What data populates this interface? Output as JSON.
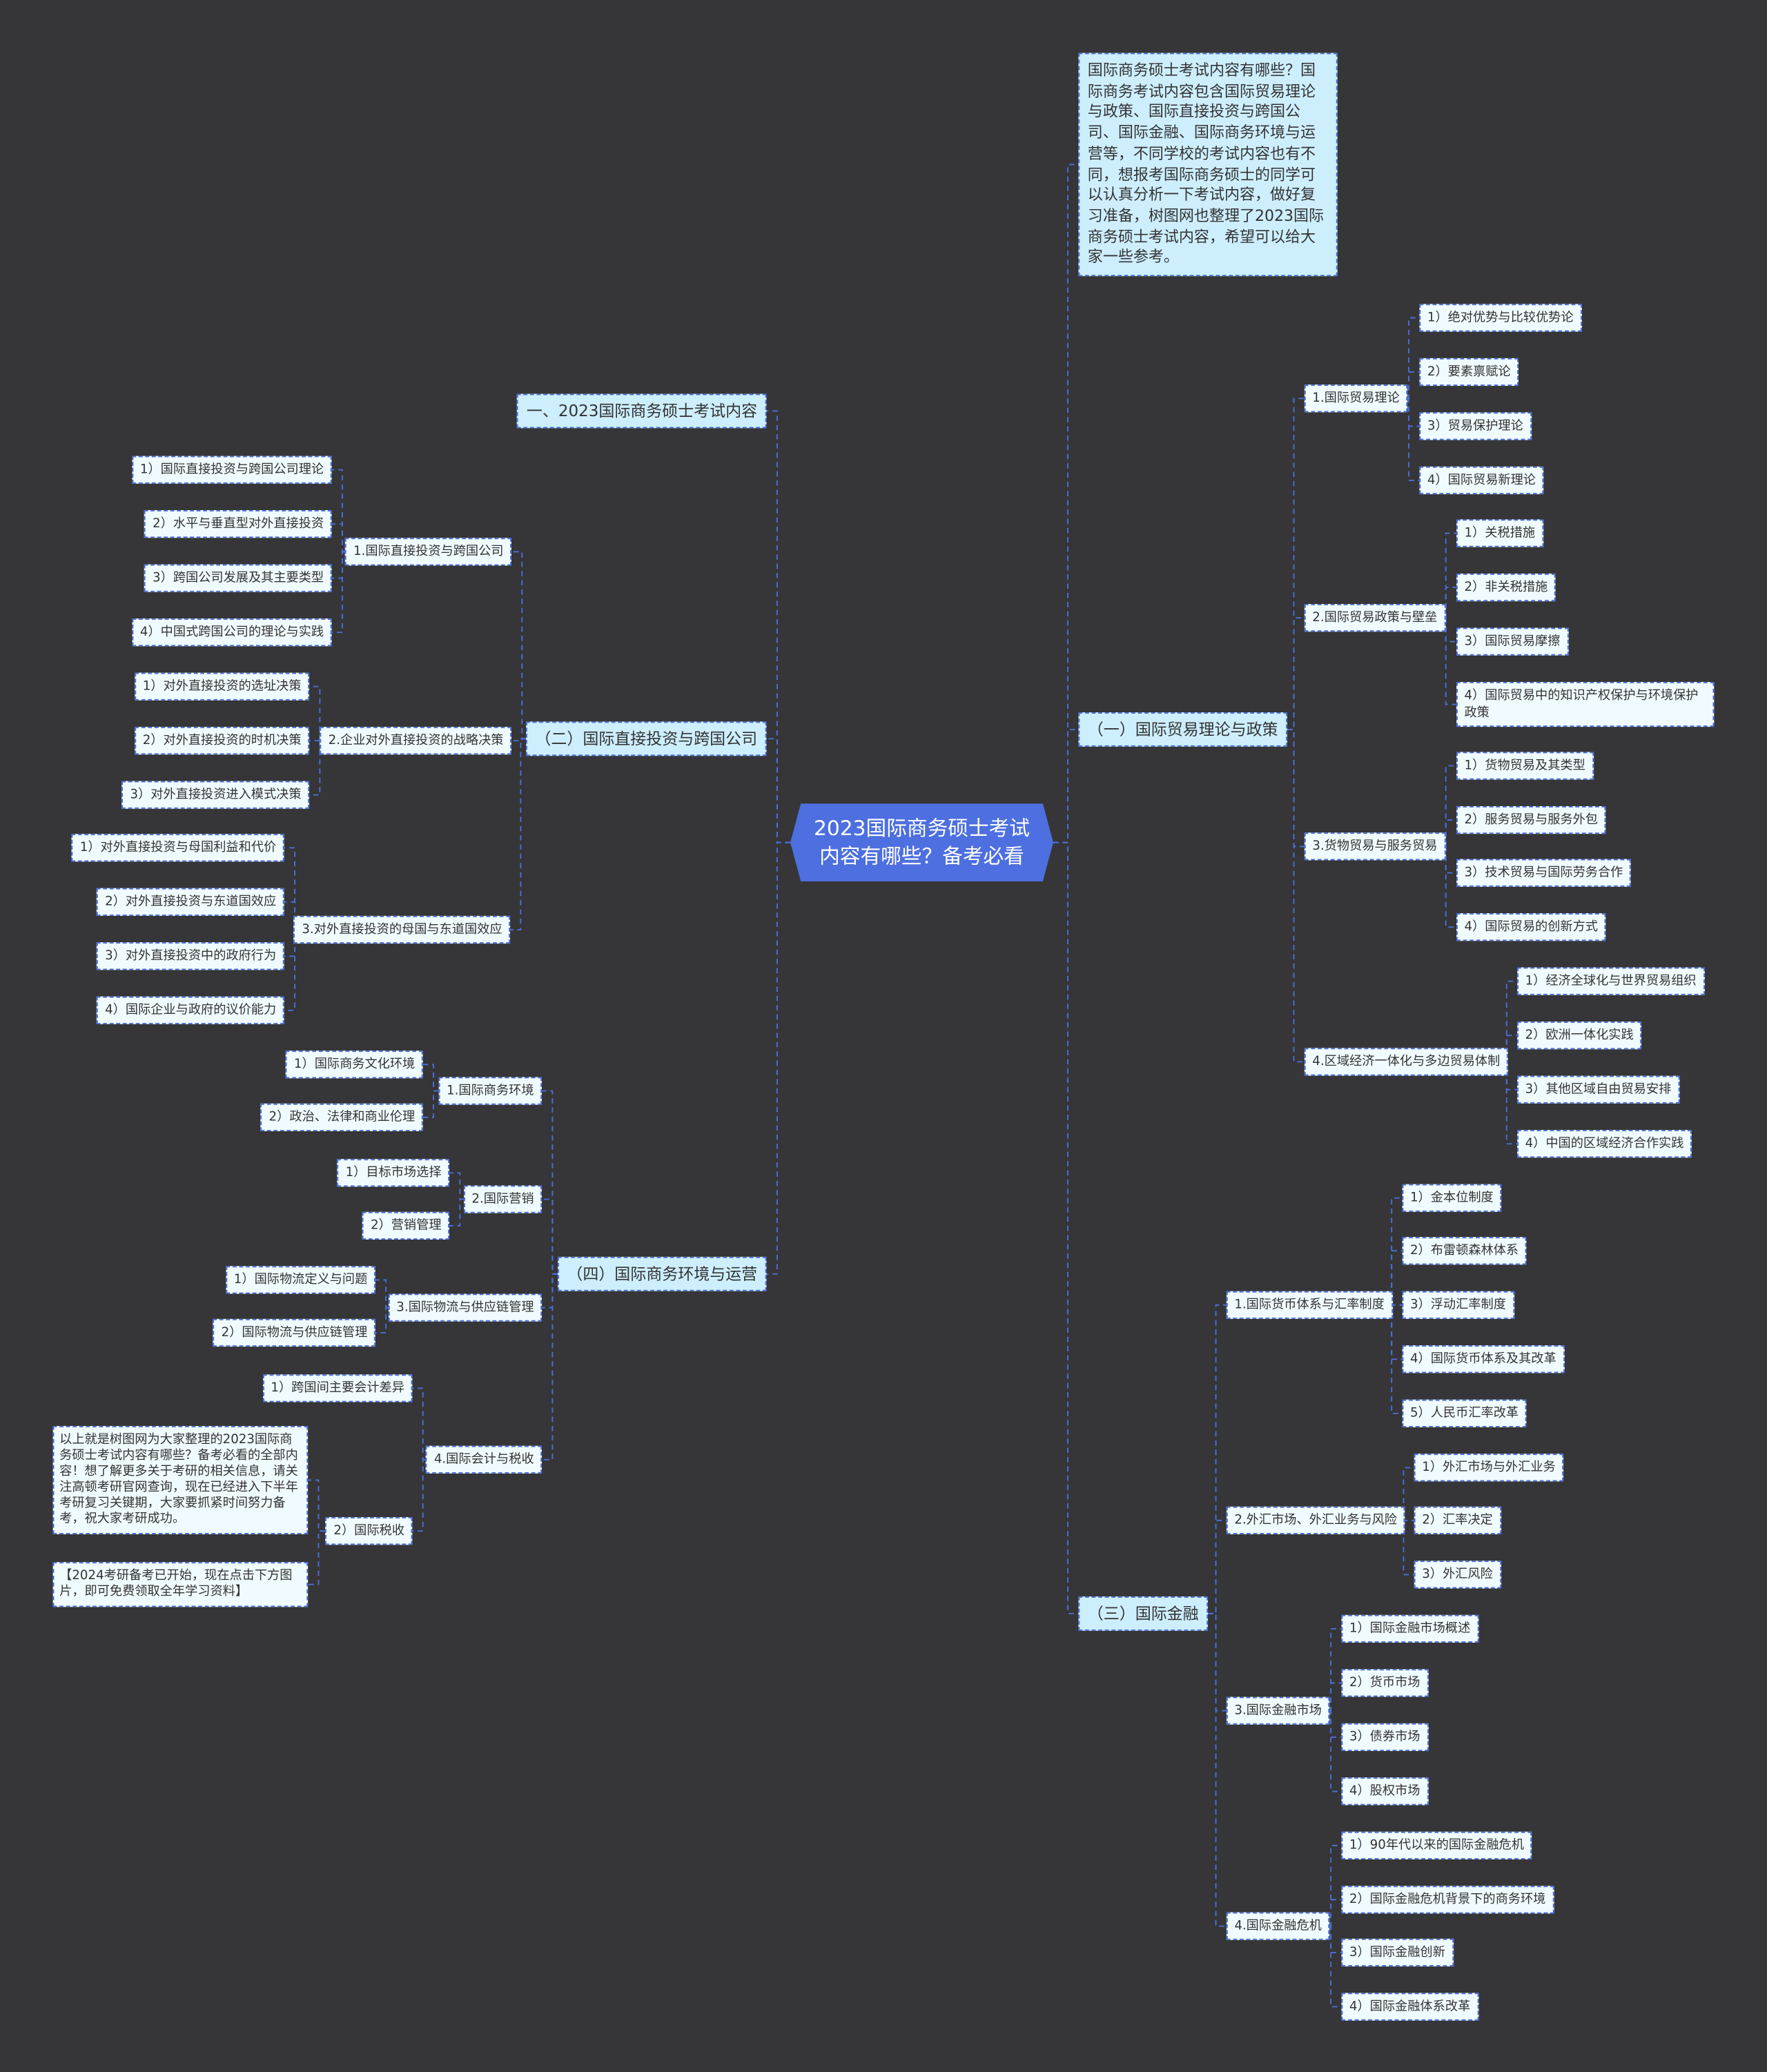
{
  "root": {
    "title": "2023国际商务硕士考试内容有哪些？备考必看"
  },
  "intro": "国际商务硕士考试内容有哪些？国际商务考试内容包含国际贸易理论与政策、国际直接投资与跨国公司、国际金融、国际商务环境与运营等，不同学校的考试内容也有不同，想报考国际商务硕士的同学可以认真分析一下考试内容，做好复习准备，树图网也整理了2023国际商务硕士考试内容，希望可以给大家一些参考。",
  "left": [
    {
      "label": "一、2023国际商务硕士考试内容"
    },
    {
      "label": "（二）国际直接投资与跨国公司",
      "items": [
        {
          "label": "1.国际直接投资与跨国公司",
          "items": [
            {
              "label": "1）国际直接投资与跨国公司理论"
            },
            {
              "label": "2）水平与垂直型对外直接投资"
            },
            {
              "label": "3）跨国公司发展及其主要类型"
            },
            {
              "label": "4）中国式跨国公司的理论与实践"
            }
          ]
        },
        {
          "label": "2.企业对外直接投资的战略决策",
          "items": [
            {
              "label": "1）对外直接投资的选址决策"
            },
            {
              "label": "2）对外直接投资的时机决策"
            },
            {
              "label": "3）对外直接投资进入模式决策"
            }
          ]
        },
        {
          "label": "3.对外直接投资的母国与东道国效应",
          "items": [
            {
              "label": "1）对外直接投资与母国利益和代价"
            },
            {
              "label": "2）对外直接投资与东道国效应"
            },
            {
              "label": "3）对外直接投资中的政府行为"
            },
            {
              "label": "4）国际企业与政府的议价能力"
            }
          ]
        }
      ]
    },
    {
      "label": "（四）国际商务环境与运营",
      "items": [
        {
          "label": "1.国际商务环境",
          "items": [
            {
              "label": "1）国际商务文化环境"
            },
            {
              "label": "2）政治、法律和商业伦理"
            }
          ]
        },
        {
          "label": "2.国际营销",
          "items": [
            {
              "label": "1）目标市场选择"
            },
            {
              "label": "2）营销管理"
            }
          ]
        },
        {
          "label": "3.国际物流与供应链管理",
          "items": [
            {
              "label": "1）国际物流定义与问题"
            },
            {
              "label": "2）国际物流与供应链管理"
            }
          ]
        },
        {
          "label": "4.国际会计与税收",
          "items": [
            {
              "label": "1）跨国间主要会计差异"
            },
            {
              "label": "2）国际税收",
              "items": [
                {
                  "label": "以上就是树图网为大家整理的2023国际商务硕士考试内容有哪些？备考必看的全部内容！想了解更多关于考研的相关信息，请关注高顿考研官网查询，现在已经进入下半年考研复习关键期，大家要抓紧时间努力备考，祝大家考研成功。"
                },
                {
                  "label": "【2024考研备考已开始，现在点击下方图片，即可免费领取全年学习资料】"
                }
              ]
            }
          ]
        }
      ]
    }
  ],
  "right": [
    {
      "label": "（一）国际贸易理论与政策",
      "items": [
        {
          "label": "1.国际贸易理论",
          "items": [
            {
              "label": "1）绝对优势与比较优势论"
            },
            {
              "label": "2）要素禀赋论"
            },
            {
              "label": "3）贸易保护理论"
            },
            {
              "label": "4）国际贸易新理论"
            }
          ]
        },
        {
          "label": "2.国际贸易政策与壁垒",
          "items": [
            {
              "label": "1）关税措施"
            },
            {
              "label": "2）非关税措施"
            },
            {
              "label": "3）国际贸易摩擦"
            },
            {
              "label": "4）国际贸易中的知识产权保护与环境保护政策"
            }
          ]
        },
        {
          "label": "3.货物贸易与服务贸易",
          "items": [
            {
              "label": "1）货物贸易及其类型"
            },
            {
              "label": "2）服务贸易与服务外包"
            },
            {
              "label": "3）技术贸易与国际劳务合作"
            },
            {
              "label": "4）国际贸易的创新方式"
            }
          ]
        },
        {
          "label": "4.区域经济一体化与多边贸易体制",
          "items": [
            {
              "label": "1）经济全球化与世界贸易组织"
            },
            {
              "label": "2）欧洲一体化实践"
            },
            {
              "label": "3）其他区域自由贸易安排"
            },
            {
              "label": "4）中国的区域经济合作实践"
            }
          ]
        }
      ]
    },
    {
      "label": "（三）国际金融",
      "items": [
        {
          "label": "1.国际货币体系与汇率制度",
          "items": [
            {
              "label": "1）金本位制度"
            },
            {
              "label": "2）布雷顿森林体系"
            },
            {
              "label": "3）浮动汇率制度"
            },
            {
              "label": "4）国际货币体系及其改革"
            },
            {
              "label": "5）人民币汇率改革"
            }
          ]
        },
        {
          "label": "2.外汇市场、外汇业务与风险",
          "items": [
            {
              "label": "1）外汇市场与外汇业务"
            },
            {
              "label": "2）汇率决定"
            },
            {
              "label": "3）外汇风险"
            }
          ]
        },
        {
          "label": "3.国际金融市场",
          "items": [
            {
              "label": "1）国际金融市场概述"
            },
            {
              "label": "2）货币市场"
            },
            {
              "label": "3）债券市场"
            },
            {
              "label": "4）股权市场"
            }
          ]
        },
        {
          "label": "4.国际金融危机",
          "items": [
            {
              "label": "1）90年代以来的国际金融危机"
            },
            {
              "label": "2）国际金融危机背景下的商务环境"
            },
            {
              "label": "3）国际金融创新"
            },
            {
              "label": "4）国际金融体系改革"
            }
          ]
        }
      ]
    }
  ],
  "colors": {
    "background": "#363537",
    "root": "#4d6fe0",
    "branch": "#cdeefd",
    "leaf": "#f0fbff",
    "connector": "#4a6fd8"
  }
}
